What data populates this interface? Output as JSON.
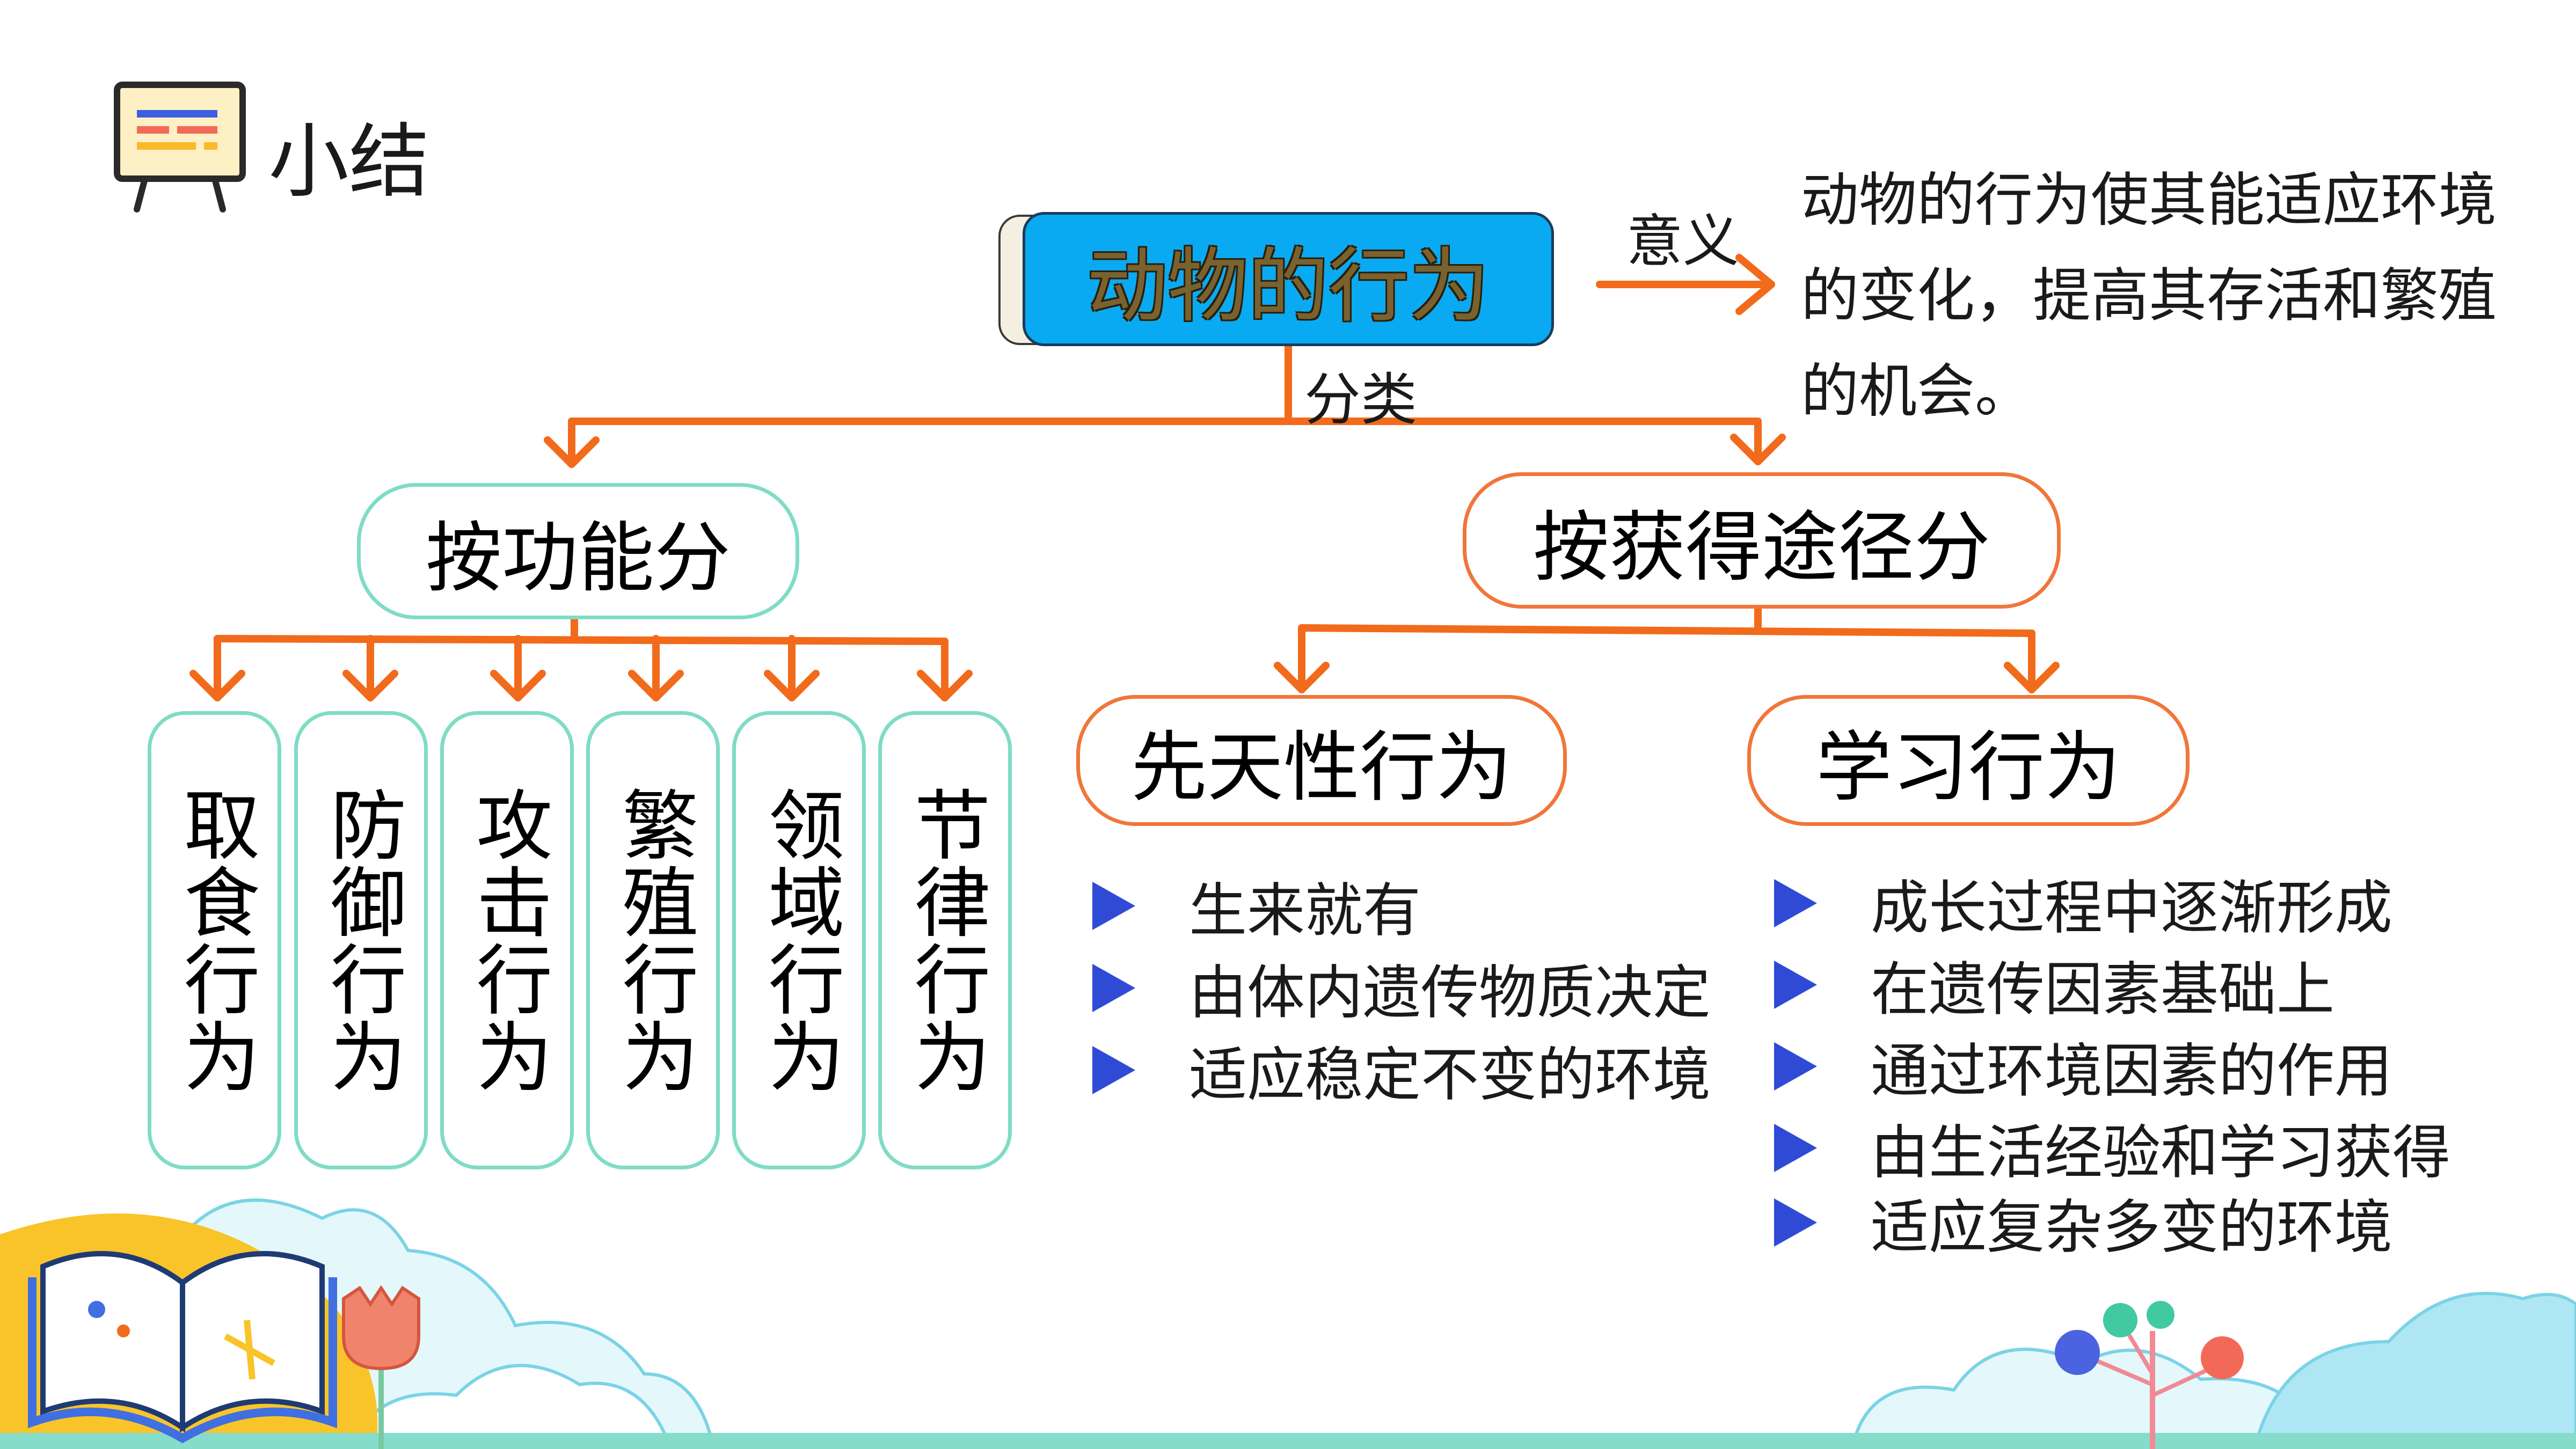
{
  "title": "小结",
  "central": "动物的行为",
  "meaning_label": "意义",
  "meaning_text": "动物的行为使其能适应环境的变化，提高其存活和繁殖的机会。",
  "classify_label": "分类",
  "by_function": {
    "label": "按功能分",
    "items": [
      "取食行为",
      "防御行为",
      "攻击行为",
      "繁殖行为",
      "领域行为",
      "节律行为"
    ]
  },
  "by_acquisition": {
    "label": "按获得途径分",
    "innate": {
      "label": "先天性行为",
      "points": [
        "生来就有",
        "由体内遗传物质决定",
        "适应稳定不变的环境"
      ]
    },
    "learned": {
      "label": "学习行为",
      "points": [
        "成长过程中逐渐形成",
        "在遗传因素基础上",
        "通过环境因素的作用",
        "由生活经验和学习获得",
        "适应复杂多变的环境"
      ]
    }
  },
  "colors": {
    "connector": "#f26a1b",
    "green_border": "#7fdcc5",
    "orange_border": "#f0763a",
    "central_fill": "#0aaaf2",
    "bullet": "#2f4bd6"
  },
  "icons": [
    "presentation-board-icon",
    "open-book-icon",
    "flower-icon",
    "tree-balloon-icon"
  ]
}
